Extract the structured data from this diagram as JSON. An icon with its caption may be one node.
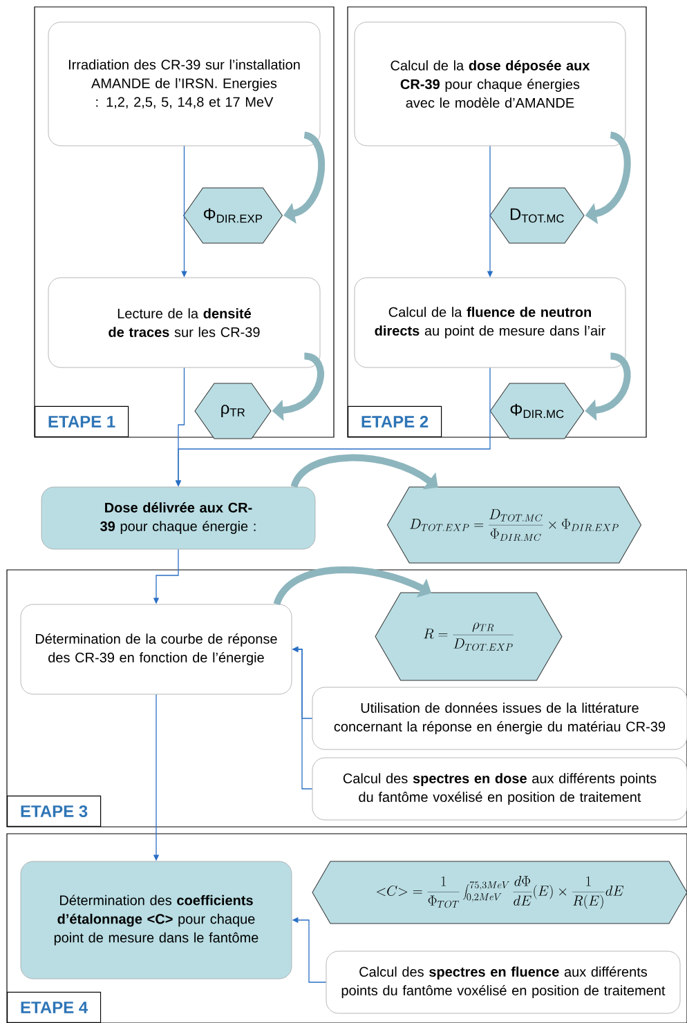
{
  "diagram": {
    "nodes": [
      {
        "text": [
          "ETAPE 1"
        ]
      },
      {
        "text": [
          "Irradiation des CR-39 sur l’installation AMANDE de l’IRSN. Energies : 1,2, 2,5, 5, 14,8 et 17 MeV"
        ],
        "in": 0
      },
      {
        "text": [
          "Φ$_{DIR.EXP}$"
        ],
        "in": 0
      },
      {
        "text": [
          "Lecture de la **densité de traces** sur les CR-39"
        ],
        "in": 0
      },
      {
        "text": [
          "ρ$_{TR}$"
        ],
        "in": 0
      },
      {
        "text": [
          "ETAPE 2"
        ]
      },
      {
        "text": [
          "Calcul de la **dose déposée aux CR-39** pour chaque énergies avec le modèle d’AMANDE"
        ],
        "in": 5
      },
      {
        "text": [
          "D$_{TOT.MC}$"
        ],
        "in": 5
      },
      {
        "text": [
          "Calcul de la **fluence de neutron directs** au point de mesure dans l’air"
        ],
        "in": 5
      },
      {
        "text": [
          "Φ$_{DIR.MC}$"
        ],
        "in": 5
      },
      {
        "text": [
          "**Dose délivrée aux CR-39** pour chaque énergie :"
        ]
      },
      {
        "text": [
          "D_{TOT.EXP}=\\frac{D_{TOT.MC}}{\\Phi_{DIR.MC}}\\times\\Phi_{DIR.EXP}"
        ]
      },
      {
        "text": [
          "ETAPE 3"
        ]
      },
      {
        "text": [
          "Détermination de la courbe de réponse des CR-39 en fonction de l’énergie"
        ],
        "in": 12
      },
      {
        "text": [
          "R=\\frac{\\rho_{TR}}{D_{TOT.EXP}}"
        ],
        "in": 12
      },
      {
        "text": [
          "Utilisation de données issues de la littérature concernant la réponse en énergie du matériau CR-39"
        ],
        "in": 12
      },
      {
        "text": [
          "Calcul des **spectres en dose** aux différents points du fantôme voxélisé en position de traitement"
        ],
        "in": 12
      },
      {
        "text": [
          "ETAPE 4"
        ]
      },
      {
        "text": [
          "Détermination des **coefficients d’étalonnage <C>** pour chaque point de mesure dans le fantôme"
        ],
        "in": 17
      },
      {
        "text": [
          "{<}C{>}=\\frac{1}{\\Phi_{TOT}}\\int_{0,2MeV}^{75,3MeV}\\frac{d\\Phi}{dE}(E)\\times\\frac{1}{R(E)}dE"
        ],
        "in": 17
      },
      {
        "text": [
          "Calcul des **spectres en fluence** aux différents points du fantôme voxélisé en position de traitement"
        ],
        "in": 17
      }
    ],
    "edges": [
      {
        "from": 1,
        "to": 3,
        "arrow": "to"
      },
      {
        "from": 6,
        "to": 8,
        "arrow": "to"
      },
      {
        "from": 3,
        "to": 10,
        "arrow": "to"
      },
      {
        "from": 8,
        "to": 10,
        "arrow": "to"
      },
      {
        "from": 10,
        "to": 13,
        "arrow": "to"
      },
      {
        "from": 15,
        "to": 13,
        "arrow": "to"
      },
      {
        "from": 16,
        "to": 13,
        "arrow": "to"
      },
      {
        "from": 13,
        "to": 18,
        "arrow": "to"
      },
      {
        "from": 20,
        "to": 18,
        "arrow": "to"
      },
      {
        "from": 1,
        "to": 2,
        "arrow": "to",
        "style": "thick",
        "color": "#8db5bd"
      },
      {
        "from": 3,
        "to": 4,
        "arrow": "to",
        "style": "thick",
        "color": "#8db5bd"
      },
      {
        "from": 6,
        "to": 7,
        "arrow": "to",
        "style": "thick",
        "color": "#8db5bd"
      },
      {
        "from": 8,
        "to": 9,
        "arrow": "to",
        "style": "thick",
        "color": "#8db5bd"
      },
      {
        "from": 10,
        "to": 11,
        "arrow": "to",
        "style": "thick",
        "color": "#8db5bd"
      },
      {
        "from": 13,
        "to": 14,
        "arrow": "to",
        "style": "thick",
        "color": "#8db5bd"
      }
    ]
  }
}
